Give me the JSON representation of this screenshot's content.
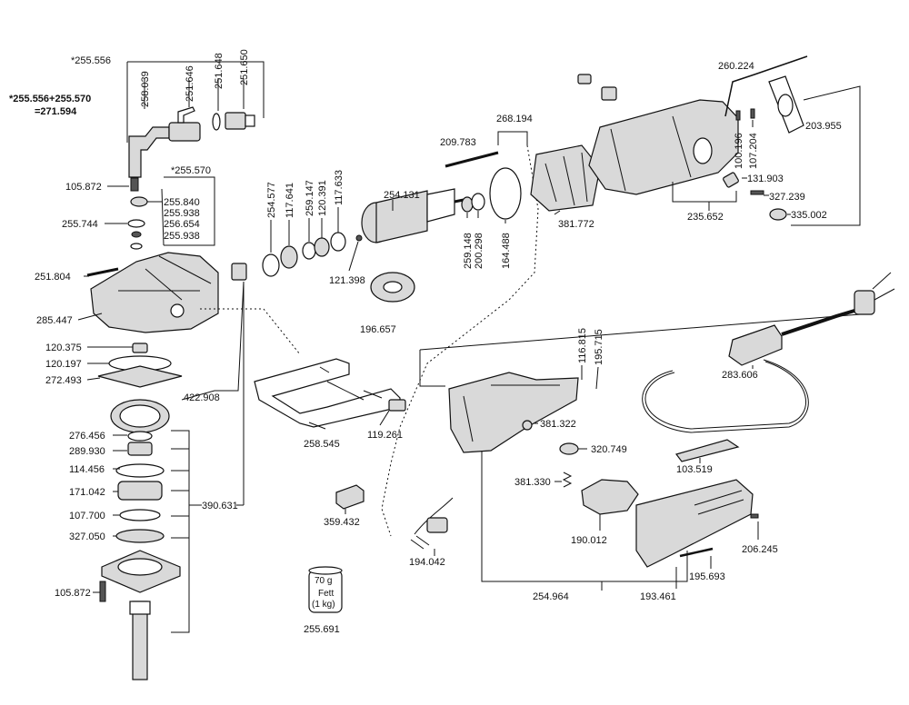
{
  "labels": {
    "l255556": "*255.556",
    "l255556_570": "*255.556+255.570",
    "l271594": "=271.594",
    "l258039": "258.039",
    "l251646": "251.646",
    "l251648": "251.648",
    "l251650": "251.650",
    "l105872a": "105.872",
    "l255570": "*255.570",
    "l255840": "255.840",
    "l255938a": "255.938",
    "l255744": "255.744",
    "l256654": "256.654",
    "l255938b": "255.938",
    "l251804": "251.804",
    "l285447": "285.447",
    "l120375": "120.375",
    "l120197": "120.197",
    "l272493": "272.493",
    "l422908": "422.908",
    "l276456": "276.456",
    "l289930": "289.930",
    "l114456": "114.456",
    "l171042": "171.042",
    "l390631": "390.631",
    "l107700": "107.700",
    "l327050": "327.050",
    "l105872b": "105.872",
    "l254577": "254.577",
    "l117641": "117.641",
    "l259147": "259.147",
    "l120391": "120.391",
    "l117633": "117.633",
    "l121398": "121.398",
    "l254131": "254.131",
    "l196657": "196.657",
    "l259148": "259.148",
    "l200298": "200.298",
    "l164488": "164.488",
    "l209783": "209.783",
    "l268194": "268.194",
    "l381772": "381.772",
    "l260224": "260.224",
    "l203955": "203.955",
    "l100196": "100.196",
    "l107204": "107.204",
    "l131903": "131.903",
    "l327239": "327.239",
    "l235652": "235.652",
    "l335002": "335.002",
    "l258545": "258.545",
    "l119261": "119.261",
    "l116815": "116.815",
    "l195715": "195.715",
    "l381322": "381.322",
    "l320749": "320.749",
    "l381330": "381.330",
    "l283606": "283.606",
    "l103519": "103.519",
    "l190012": "190.012",
    "l206245": "206.245",
    "l195693": "195.693",
    "l254964": "254.964",
    "l193461": "193.461",
    "l359432": "359.432",
    "l194042": "194.042",
    "l255691": "255.691",
    "grease_weight": "70 g",
    "grease_line1": "Fett",
    "grease_line2": "(1 kg)"
  }
}
